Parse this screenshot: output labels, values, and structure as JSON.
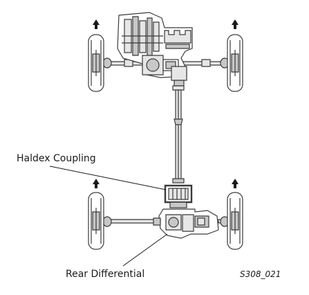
{
  "labels": {
    "haldex_coupling": "Haldex Coupling",
    "rear_differential": "Rear Differential"
  },
  "figure_ref": "S308_021",
  "colors": {
    "line": "#3a3a3a",
    "fill_light": "#e6e6e6",
    "fill_mid": "#c8c8c8",
    "background": "#ffffff"
  }
}
